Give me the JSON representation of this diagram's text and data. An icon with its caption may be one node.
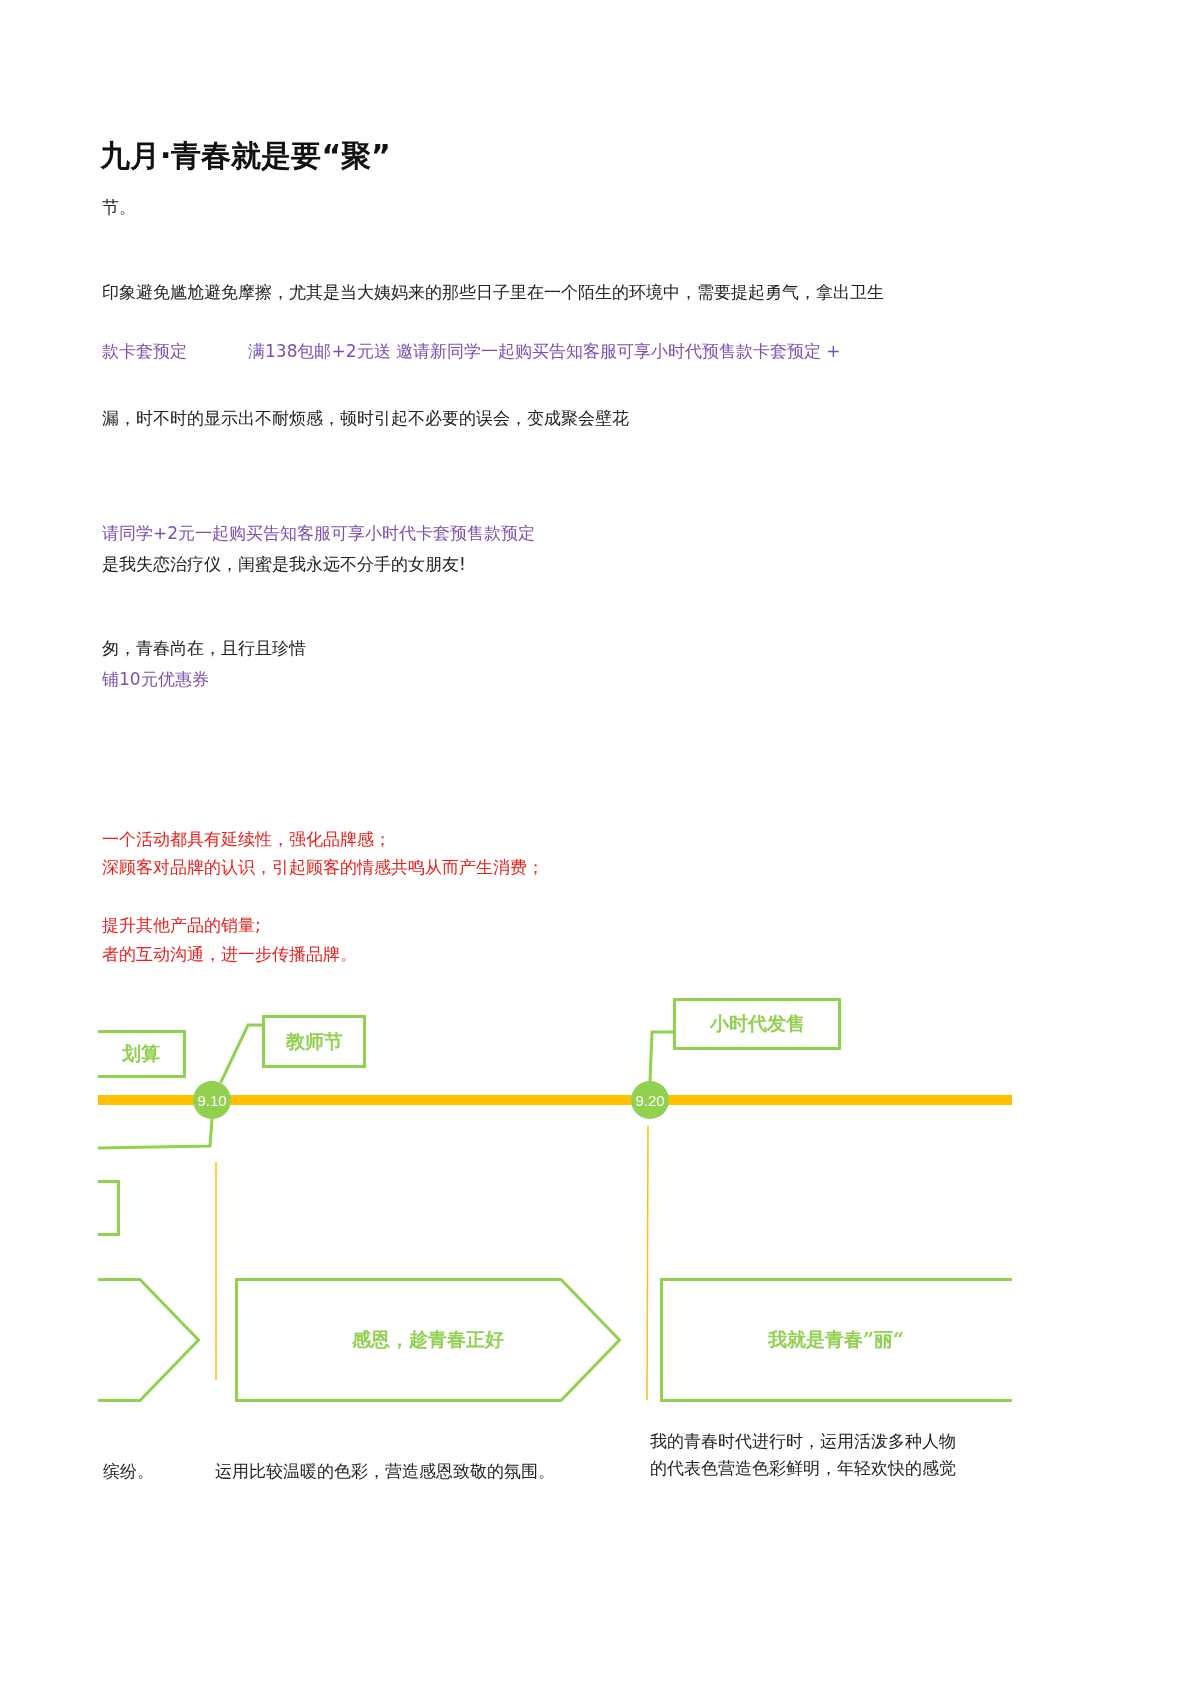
{
  "diagram": {
    "title": "九月·青春就是要“聚”",
    "nodes": [
      {
        "text": [
          "划算"
        ]
      },
      {
        "text": [
          "教师节"
        ]
      },
      {
        "text": [
          "小时代发售"
        ]
      },
      {
        "text": [
          "9.10"
        ]
      },
      {
        "text": [
          "9.20"
        ]
      },
      {
        "text": [],
        "shape": "box"
      },
      {
        "text": [],
        "shape": "chevron",
        "beside": [
          "缤纷。"
        ]
      },
      {
        "text": [
          "感恩，趁青春正好"
        ],
        "beside": [
          "运用比较温暖的色彩，营造感恩致敬的氛围。"
        ]
      },
      {
        "text": [
          "我就是青春”丽“"
        ],
        "beside": [
          "我的青春时代进行时，运用活泼多种人物的代表色营造色彩鲜明，年轻欢快的感觉"
        ]
      }
    ],
    "edges": [
      {
        "from": 3,
        "to": 1,
        "arrow": "none"
      },
      {
        "from": 4,
        "to": 2,
        "arrow": "none"
      },
      {
        "from": 3,
        "to": null,
        "arrow": "none"
      }
    ],
    "labels": [
      "节。",
      "印象避免尴尬避免摩擦，尤其是当大姨妈来的那些日子里在一个陌生的环境中，需要提起勇气，拿出卫生",
      "款卡套预定",
      "满138包邮+2元送 邀请新同学一起购买告知客服可享小时代预售款卡套预定 +",
      "漏，时不时的显示出不耐烦感，顿时引起不必要的误会，变成聚会壁花",
      "请同学+2元一起购买告知客服可享小时代卡套预售款预定",
      "是我失恋治疗仪，闺蜜是我永远不分手的女朋友!",
      "匆，青春尚在，且行且珍惜",
      "铺10元优惠券",
      "一个活动都具有延续性，强化品牌感；",
      "深顾客对品牌的认识，引起顾客的情感共鸣从而产生消费；",
      "提升其他产品的销量;",
      "者的互动沟通，进一步传播品牌。"
    ]
  }
}
